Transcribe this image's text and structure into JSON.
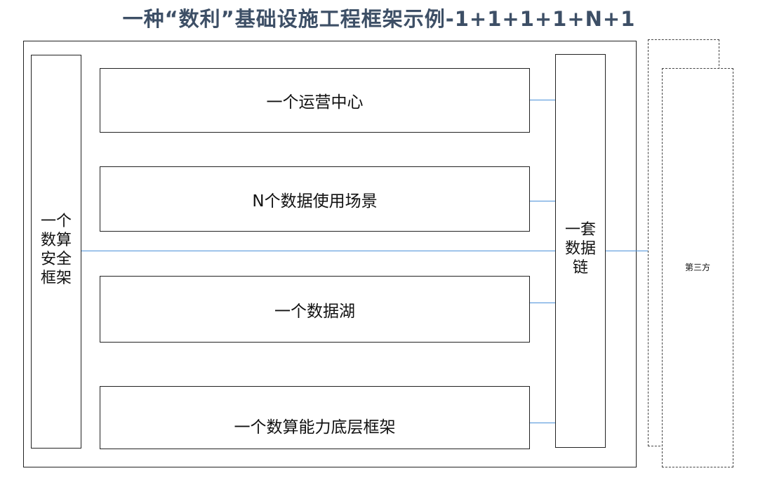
{
  "title": "一种“数利”基础设施工程框架示例-1+1+1+1+N+1",
  "security_framework": {
    "lines": [
      "一个",
      "数算",
      "安全",
      "框架"
    ]
  },
  "data_chain": {
    "lines": [
      "一套",
      "数据",
      "链"
    ]
  },
  "layers": [
    {
      "label": "一个运营中心"
    },
    {
      "label": "N个数据使用场景"
    },
    {
      "label": "一个数据湖"
    },
    {
      "label": "一个数算能力底层框架"
    }
  ],
  "third_party": {
    "label": "第三方"
  },
  "colors": {
    "title": "#3d4f66",
    "connector": "#4a90d9",
    "border": "#222222"
  }
}
